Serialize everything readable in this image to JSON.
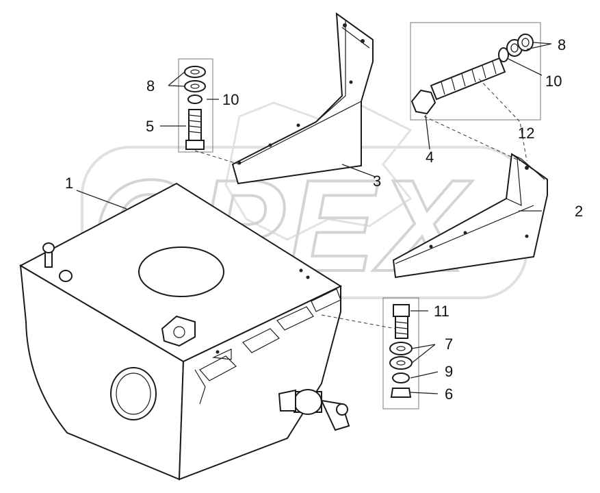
{
  "watermark": {
    "text": "OPEX"
  },
  "callouts": [
    {
      "id": "c1",
      "text": "1"
    },
    {
      "id": "c2",
      "text": "2"
    },
    {
      "id": "c3",
      "text": "3"
    },
    {
      "id": "c4",
      "text": "4"
    },
    {
      "id": "c5",
      "text": "5"
    },
    {
      "id": "c6",
      "text": "6"
    },
    {
      "id": "c7",
      "text": "7"
    },
    {
      "id": "c8a",
      "text": "8"
    },
    {
      "id": "c8b",
      "text": "8"
    },
    {
      "id": "c9",
      "text": "9"
    },
    {
      "id": "c10a",
      "text": "10"
    },
    {
      "id": "c10b",
      "text": "10"
    },
    {
      "id": "c11",
      "text": "11"
    },
    {
      "id": "c12",
      "text": "12"
    }
  ],
  "colors": {
    "line": "#1a1a1a",
    "watermark": "#d4d4d4",
    "background": "#ffffff"
  }
}
